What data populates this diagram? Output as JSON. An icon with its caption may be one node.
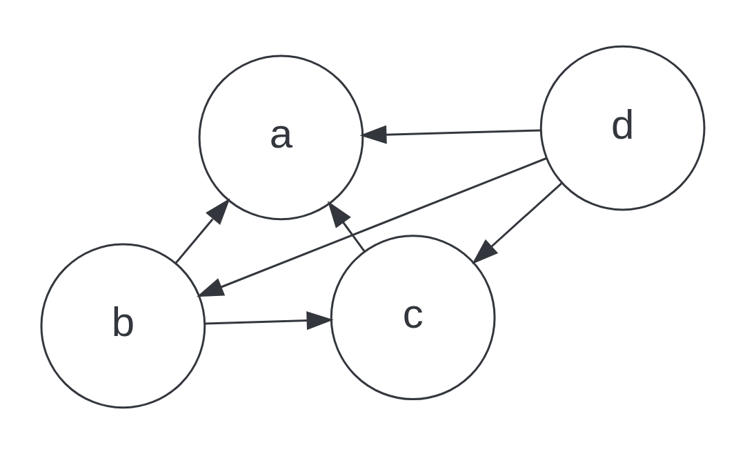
{
  "diagram": {
    "nodes": [
      {
        "text": [
          "a"
        ]
      },
      {
        "text": [
          "b"
        ]
      },
      {
        "text": [
          "c"
        ]
      },
      {
        "text": [
          "d"
        ]
      }
    ],
    "edges": [
      {
        "from": 1,
        "to": 0,
        "arrow": "to"
      },
      {
        "from": 2,
        "to": 0,
        "arrow": "to"
      },
      {
        "from": 3,
        "to": 0,
        "arrow": "to"
      },
      {
        "from": 3,
        "to": 1,
        "arrow": "to"
      },
      {
        "from": 3,
        "to": 2,
        "arrow": "to"
      },
      {
        "from": 1,
        "to": 2,
        "arrow": "to"
      }
    ]
  }
}
